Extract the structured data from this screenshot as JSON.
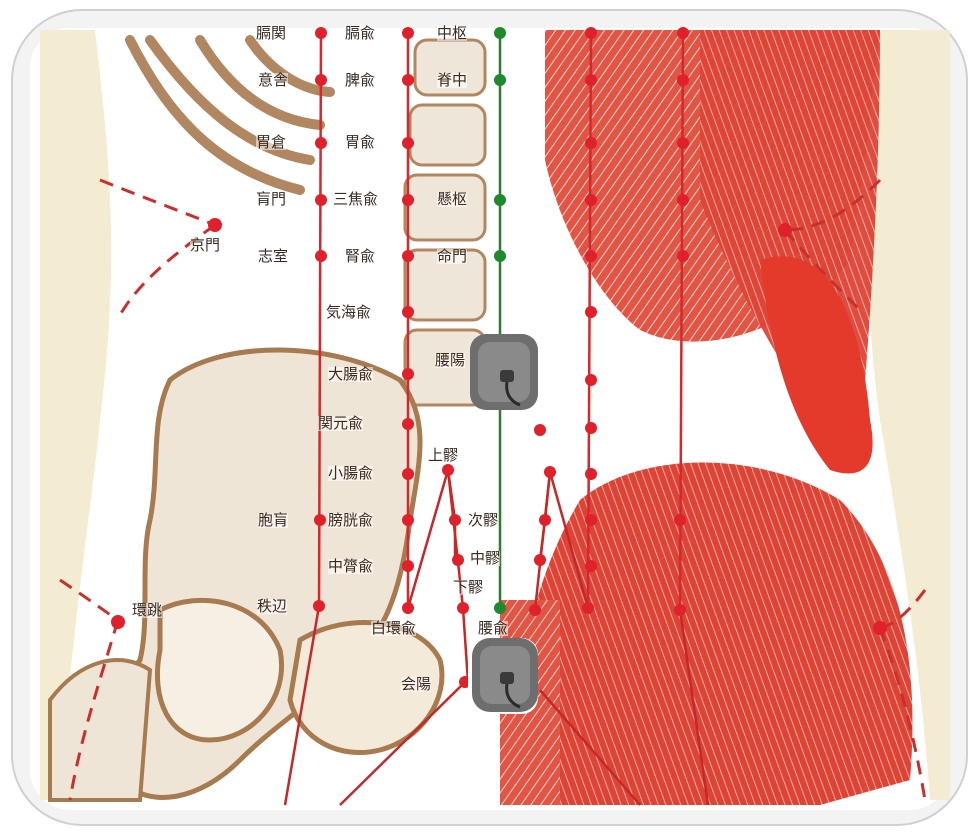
{
  "colors": {
    "meridian_bladder": "#d8262b",
    "meridian_governor": "#2f7a2f",
    "acupoint_red": "#e0202a",
    "acupoint_green": "#1e8a2e",
    "muscle": "#d9352a",
    "bone": "#b48a63",
    "skin_edge": "#efe2b8"
  },
  "labels": {
    "top_1": "膈関",
    "top_2": "膈兪",
    "top_3": "中枢",
    "yisha": "意舎",
    "pishu": "脾兪",
    "jizhong": "脊中",
    "weicang": "胃倉",
    "weishu": "胃兪",
    "huangmen": "肓門",
    "sanjiaoshu": "三焦兪",
    "xuanshu": "懸枢",
    "jingmen": "京門",
    "zhishi": "志室",
    "shenshu": "腎兪",
    "mingmen": "命門",
    "qihaishu": "気海兪",
    "dachangshu": "大腸兪",
    "yaoyang": "腰陽",
    "guanyuanshu": "関元兪",
    "shangliao": "上髎",
    "xiaochangshu": "小腸兪",
    "baohuang": "胞肓",
    "pangguangshu": "膀胱兪",
    "ciliao": "次髎",
    "zhonglushu": "中膂兪",
    "zhongliao": "中髎",
    "xialiao": "下髎",
    "huantiao": "環跳",
    "zhibian": "秩辺",
    "baihuanshu": "白環兪",
    "yaoshu": "腰兪",
    "huiyang": "会陽"
  },
  "icons": {
    "pad_upper": "electrode-pad-icon",
    "pad_lower": "electrode-pad-icon"
  }
}
